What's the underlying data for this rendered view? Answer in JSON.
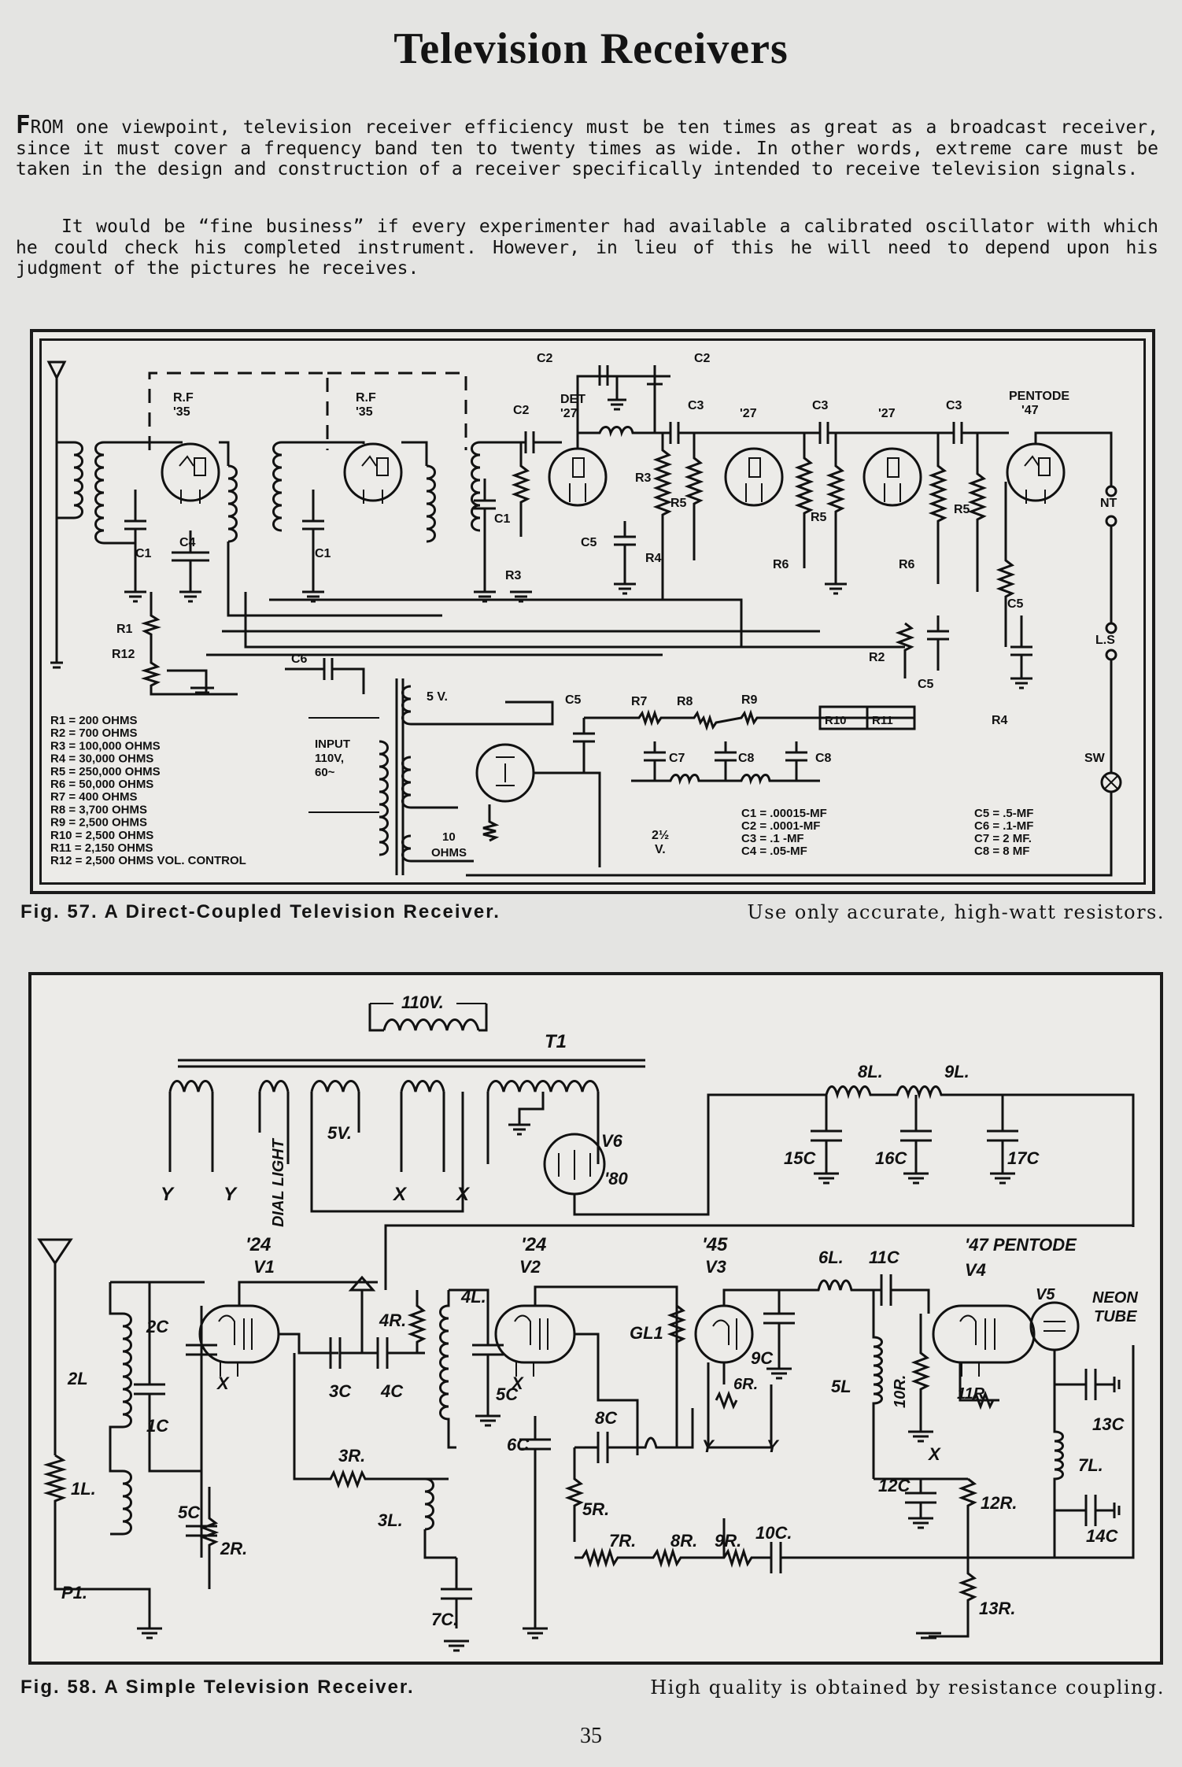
{
  "page": {
    "title": "Television Receivers",
    "paragraph1_dropcap": "F",
    "paragraph1_line1": "ROM one viewpoint, television receiver efficiency must be ten times as great as a",
    "paragraph1_rest": "broadcast receiver, since it must cover a frequency band ten to twenty times as wide. In other words, extreme care must be taken in the design and construction of a receiver specifically intended to receive television signals.",
    "paragraph2": "It would be “fine business” if every experimenter had available a calibrated oscillator with which he could check his completed instrument. However, in lieu of this he will need to depend upon his judgment of the pictures he receives.",
    "page_number": "35"
  },
  "fig57": {
    "caption_lead": "Fig. 57.  A Direct-Coupled Television Receiver.",
    "caption_rest": "Use only accurate, high-watt resistors.",
    "tubes": [
      {
        "type": "R.F",
        "num": "'35"
      },
      {
        "type": "R.F",
        "num": "'35"
      },
      {
        "type": "DET",
        "num": "'27"
      },
      {
        "type": "",
        "num": "'27"
      },
      {
        "type": "",
        "num": "'27"
      },
      {
        "type": "PENTODE",
        "num": "'47"
      }
    ],
    "labels": {
      "c1": "C1",
      "c2": "C2",
      "c3": "C3",
      "c4": "C4",
      "c5": "C5",
      "c6": "C6",
      "c7": "C7",
      "c8": "C8",
      "r1": "R1",
      "r12": "R12",
      "r2": "R2",
      "r3": "R3",
      "r4": "R4",
      "r5": "R5",
      "r6": "R6",
      "r7": "R7",
      "r8": "R8",
      "r9": "R9",
      "r10": "R10",
      "r11": "R11",
      "nt": "NT",
      "ls": "L.S",
      "sw": "SW",
      "five_v": "5 V.",
      "input_1": "INPUT",
      "input_2": "110V,",
      "input_3": "60~",
      "ten_1": "10",
      "ten_2": "OHMS",
      "two_half": "2½",
      "volt": "V."
    },
    "resistor_legend": [
      "R1 = 200 OHMS",
      "R2 = 700 OHMS",
      "R3 = 100,000 OHMS",
      "R4 = 30,000 OHMS",
      "R5 = 250,000 OHMS",
      "R6 = 50,000 OHMS",
      "R7 = 400 OHMS",
      "R8 = 3,700 OHMS",
      "R9 = 2,500 OHMS",
      "R10 = 2,500 OHMS",
      "R11 = 2,150 OHMS",
      "R12 = 2,500 OHMS VOL. CONTROL"
    ],
    "capacitor_legend_left": [
      "C1 = .00015-MF",
      "C2 = .0001-MF",
      "C3 = .1 -MF",
      "C4 = .05-MF"
    ],
    "capacitor_legend_right": [
      "C5 = .5-MF",
      "C6 = .1-MF",
      "C7 = 2 MF.",
      "C8 = 8 MF"
    ]
  },
  "fig58": {
    "caption_lead": "Fig. 58.  A Simple Television Receiver.",
    "caption_rest": "High quality is obtained by resistance coupling.",
    "labels": {
      "v110": "110V.",
      "t1": "T1",
      "five_v": "5V.",
      "dial_light": "DIAL LIGHT",
      "v6": "V6",
      "t80": "'80",
      "l8": "8L.",
      "l9": "9L.",
      "c15": "15C",
      "c16": "16C",
      "c17": "17C",
      "y1": "Y",
      "y2": "Y",
      "x1": "X",
      "x2": "X",
      "t24a": "'24",
      "v1": "V1",
      "t24b": "'24",
      "v2": "V2",
      "t45": "'45",
      "v3": "V3",
      "t47": "'47 PENTODE",
      "v4": "V4",
      "v5": "V5",
      "neon1": "NEON",
      "neon2": "TUBE",
      "l2": "2L",
      "c2": "2C",
      "c1": "1C",
      "l1": "1L.",
      "c5b": "5C",
      "r2": "2R.",
      "p1": "P1.",
      "c3": "3C",
      "c4": "4C",
      "r4": "4R.",
      "r3": "3R.",
      "l3": "3L.",
      "l4": "4L.",
      "c5": "5C",
      "gl1": "GL1",
      "r6": "6R.",
      "c6": "6C",
      "c8": "8C",
      "r5": "5R.",
      "c7": "7C.",
      "r7": "7R.",
      "r8": "8R.",
      "r9": "9R.",
      "c10": "10C.",
      "c9": "9C",
      "l6": "6L.",
      "c11": "11C",
      "l5": "5L",
      "r10": "10R.",
      "c12": "12C",
      "r12": "12R.",
      "r13": "13R.",
      "r11": "11R",
      "c13": "13C",
      "l7": "7L.",
      "c14": "14C",
      "x3": "X",
      "x4": "X",
      "x5": "X",
      "y3": "Y",
      "y4": "Y"
    }
  }
}
